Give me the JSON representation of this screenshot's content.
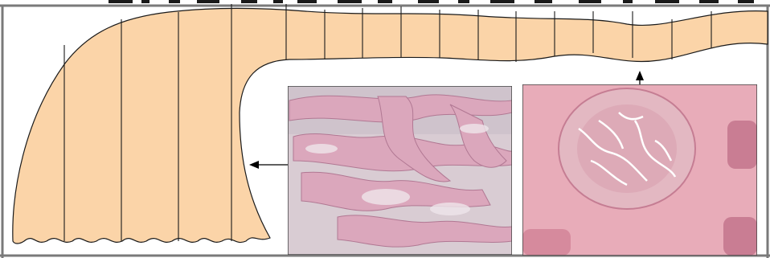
{
  "colors": {
    "background": "#ffffff",
    "frame": "#7a7a7a",
    "tube_fill": "#fbd4a8",
    "outline": "#1a1a1a",
    "micrograph_left_base": "#d9ccd3",
    "micrograph_left_tissue": "#dba7bc",
    "micrograph_right_base": "#e7a2b2",
    "micrograph_right_tissue": "#d98da2",
    "lumen": "#ffffff"
  },
  "figure": {
    "elements": [
      "fallopian-tube-cross-section-diagram",
      "ampulla-micrograph",
      "isthmus-micrograph",
      "arrow-to-ampulla",
      "arrow-to-isthmus"
    ]
  }
}
